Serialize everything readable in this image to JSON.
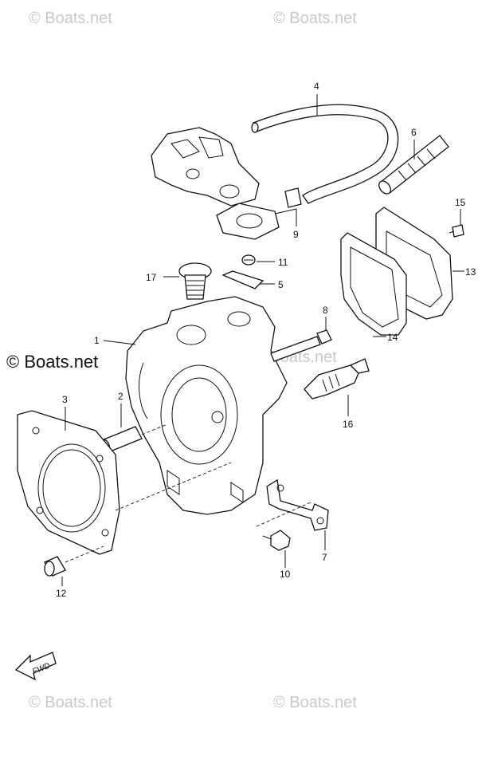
{
  "watermarks": {
    "top_left": "© Boats.net",
    "top_right": "© Boats.net",
    "middle_left": "© Boats.net",
    "middle_right": "© Boats.net",
    "bottom_left": "© Boats.net",
    "bottom_right": "© Boats.net"
  },
  "callouts": {
    "c1": "1",
    "c2": "2",
    "c3": "3",
    "c4": "4",
    "c5": "5",
    "c6": "6",
    "c7": "7",
    "c8": "8",
    "c9": "9",
    "c10": "10",
    "c11": "11",
    "c12": "12",
    "c13": "13",
    "c14": "14",
    "c15": "15",
    "c16": "16",
    "c17": "17"
  },
  "direction_marker": {
    "label": "FWD",
    "icon": "forward-arrow-icon"
  }
}
